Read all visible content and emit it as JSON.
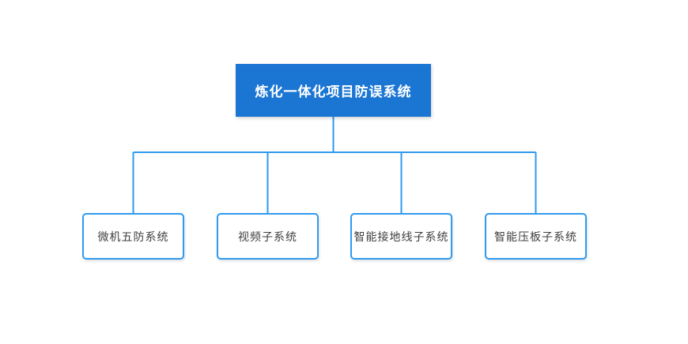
{
  "diagram": {
    "type": "org-chart",
    "root": {
      "label": "炼化一体化项目防误系统"
    },
    "children": [
      {
        "label": "微机五防系统"
      },
      {
        "label": "视频子系统"
      },
      {
        "label": "智能接地线子系统"
      },
      {
        "label": "智能压板子系统"
      }
    ],
    "colors": {
      "canvas_bg": "#ffffff",
      "root_fill": "#1b76d3",
      "root_text": "#ffffff",
      "connector": "#2e9af0",
      "child_border": "#2e9af0",
      "child_text": "#3d3d3d"
    }
  }
}
